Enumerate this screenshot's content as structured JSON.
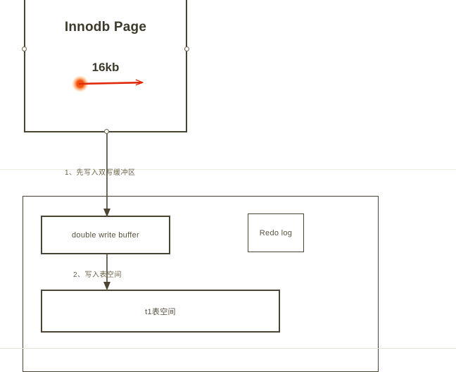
{
  "diagram": {
    "title_text": "Innodb Page",
    "page_size_text": "16kb",
    "annotation": {
      "name": "highlight-arrow",
      "dot_color": "#f4520f",
      "glow_color": "#fb8c3c",
      "line_color": "#e02b0a"
    },
    "boxes": [
      {
        "id": "innodb-page",
        "label": "Innodb Page",
        "sublabel": "16kb"
      },
      {
        "id": "storage-container",
        "label": ""
      },
      {
        "id": "double-write-buffer",
        "label": "double write buffer"
      },
      {
        "id": "redo-log",
        "label": "Redo log"
      },
      {
        "id": "t1-tablespace",
        "label": "t1表空间"
      }
    ],
    "double_write_buffer_label": "double write buffer",
    "redo_log_label": "Redo log",
    "t1_tablespace_label": "t1表空间",
    "steps": [
      {
        "number": "1",
        "label": "1、先写入双写缓冲区"
      },
      {
        "number": "2",
        "label": "2、写入表空间"
      }
    ],
    "step_1_label": "1、先写入双写缓冲区",
    "step_2_label": "2、写入表空间",
    "colors": {
      "stroke": "#4a4434",
      "text": "#3d3a2c",
      "label_text": "#5a533f",
      "step_text": "#6b6348",
      "background": "#ffffff",
      "accent_orange": "#f4520f",
      "accent_red": "#e02b0a"
    }
  }
}
